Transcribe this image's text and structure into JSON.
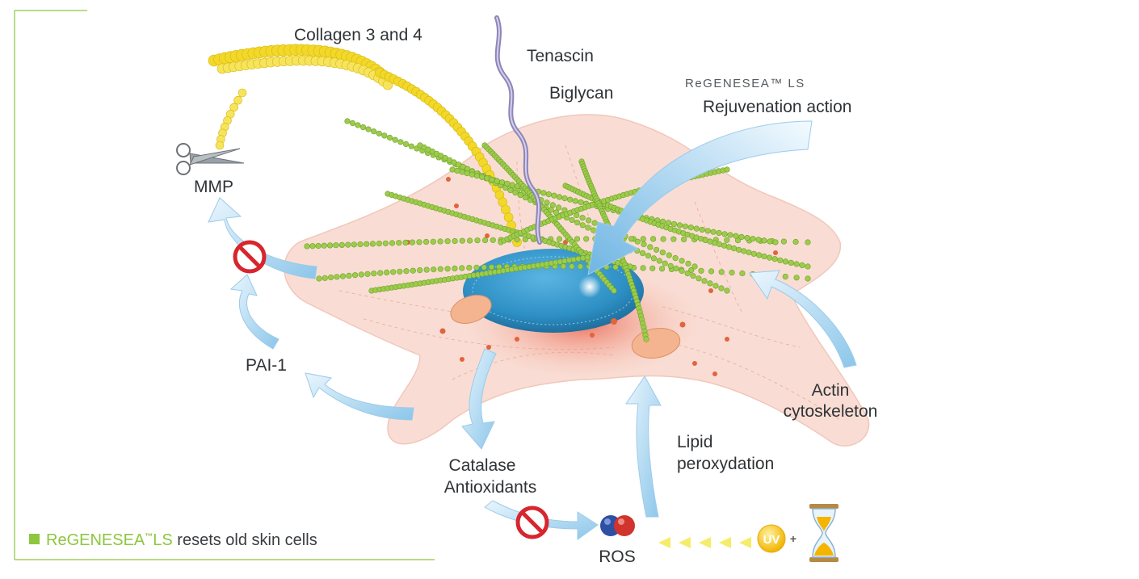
{
  "labels": {
    "collagen": "Collagen 3 and 4",
    "tenascin": "Tenascin",
    "biglycan": "Biglycan",
    "brand_heading": "ReGENESEA™ LS",
    "rejuvenation": "Rejuvenation action",
    "mmp": "MMP",
    "pai1": "PAI-1",
    "actin_line1": "Actin",
    "actin_line2": "cytoskeleton",
    "lipid_line1": "Lipid",
    "lipid_line2": "peroxydation",
    "catalase_line1": "Catalase",
    "catalase_line2": "Antioxidants",
    "ros": "ROS",
    "uv": "UV",
    "plus": "+"
  },
  "caption": {
    "brand": "ReGENESEA",
    "tm": "™",
    "brand_suffix": "LS",
    "text": " resets old skin cells"
  },
  "colors": {
    "accent_green": "#8dc63f",
    "arrow_blue": "#a8d4ef",
    "cell_pink": "#f9ddd4",
    "nucleus_blue": "#2d8fc4",
    "collagen_yellow": "#f2d829",
    "fiber_green": "#9ccc4a",
    "inhibit_red": "#d7262e"
  },
  "icons": [
    "scissors-icon",
    "inhibit-icon",
    "molecule-icon",
    "uv-icon",
    "hourglass-icon"
  ]
}
